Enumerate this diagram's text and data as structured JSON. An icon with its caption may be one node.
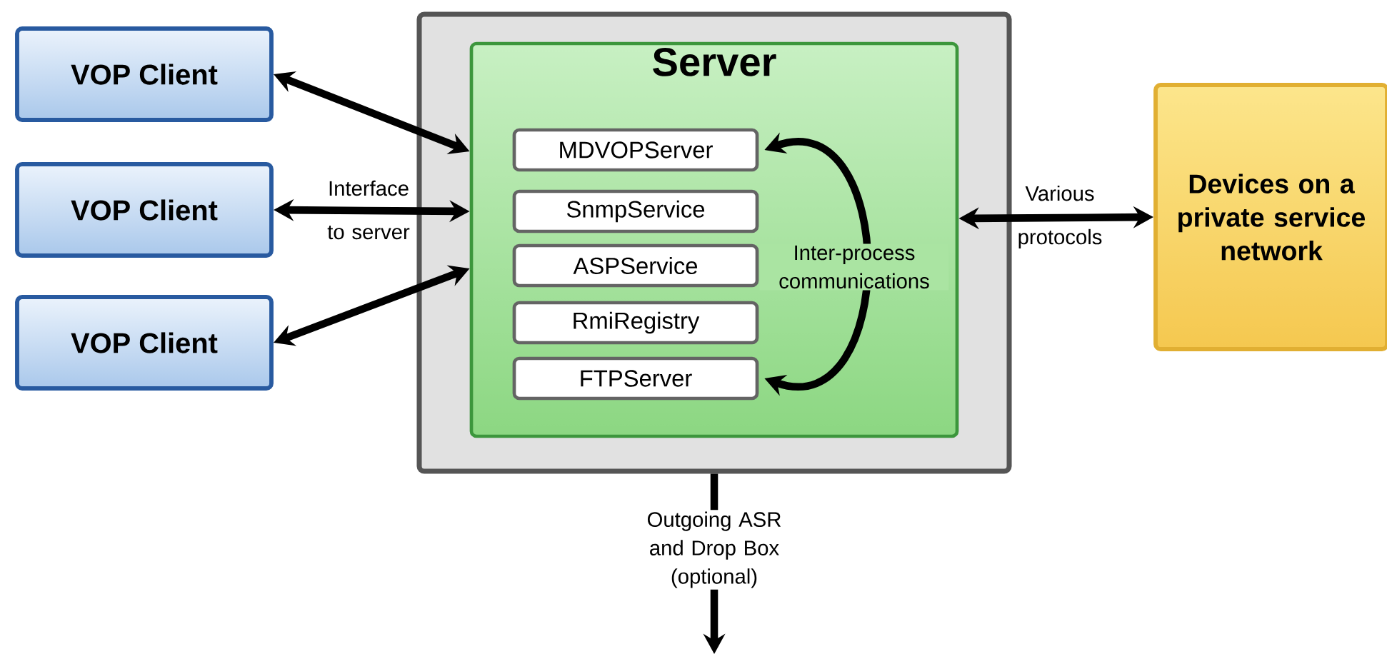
{
  "diagram": {
    "nodes": [
      {
        "text": [
          "VOP Client"
        ]
      },
      {
        "text": [
          "VOP Client"
        ]
      },
      {
        "text": [
          "VOP Client"
        ]
      },
      {
        "text": [],
        "shape": "box"
      },
      {
        "text": [
          "Server"
        ],
        "in": 3
      },
      {
        "text": [
          "MDVOPServer"
        ],
        "in": 4
      },
      {
        "text": [
          "SnmpService"
        ],
        "in": 4
      },
      {
        "text": [
          "ASPService"
        ],
        "in": 4
      },
      {
        "text": [
          "RmiRegistry"
        ],
        "in": 4
      },
      {
        "text": [
          "FTPServer"
        ],
        "in": 4
      },
      {
        "text": [
          "Devices on a private service network"
        ]
      }
    ],
    "edges": [
      {
        "from": 0,
        "to": 4,
        "arrow": "both"
      },
      {
        "from": 1,
        "to": 4,
        "arrow": "both",
        "label": "Interface to server"
      },
      {
        "from": 2,
        "to": 4,
        "arrow": "both"
      },
      {
        "from": 4,
        "to": 10,
        "arrow": "both",
        "label": "Various protocols"
      },
      {
        "from": 5,
        "to": 9,
        "arrow": "both",
        "label": "Inter-process communications"
      },
      {
        "from": 3,
        "to": null,
        "arrow": "to",
        "label": "Outgoing ASR and Drop Box (optional)"
      }
    ]
  }
}
